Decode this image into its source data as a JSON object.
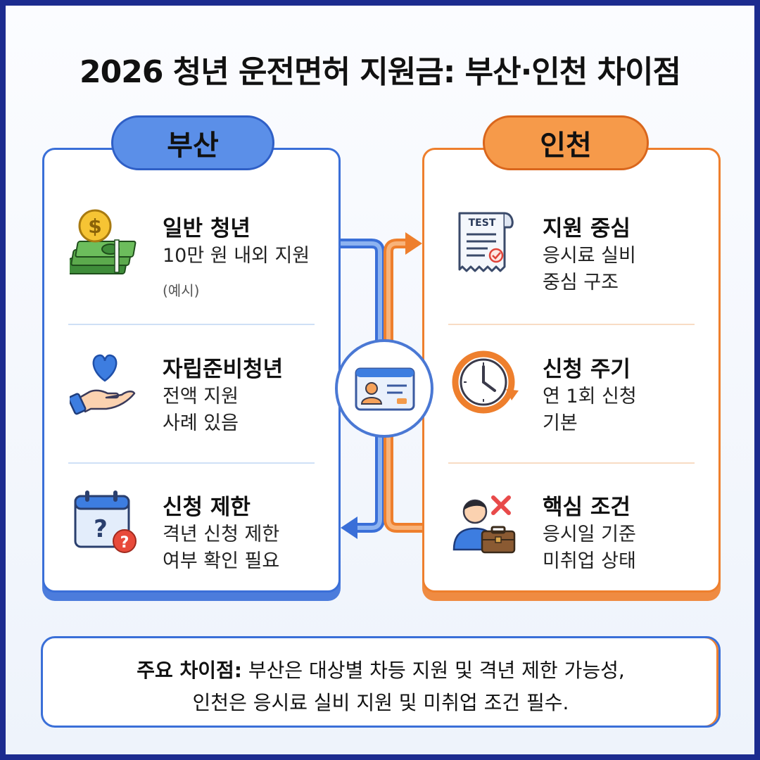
{
  "title": "2026 청년 운전면허 지원금: 부산·인천 차이점",
  "colors": {
    "busan": "#3a6fd8",
    "incheon": "#ee7f2d"
  },
  "busan": {
    "label": "부산",
    "items": [
      {
        "icon": "money-stack-icon",
        "heading": "일반 청년",
        "body": "10만 원 내외 지원",
        "note": "(예시)"
      },
      {
        "icon": "hand-heart-icon",
        "heading": "자립준비청년",
        "body": "전액 지원\n사례 있음"
      },
      {
        "icon": "calendar-question-icon",
        "heading": "신청 제한",
        "body": "격년 신청 제한\n여부 확인 필요"
      }
    ]
  },
  "incheon": {
    "label": "인천",
    "items": [
      {
        "icon": "test-receipt-icon",
        "heading": "지원 중심",
        "body": "응시료 실비\n중심 구조",
        "icon_text": "TEST"
      },
      {
        "icon": "clock-cycle-icon",
        "heading": "신청 주기",
        "body": "연 1회 신청\n기본"
      },
      {
        "icon": "person-briefcase-x-icon",
        "heading": "핵심 조건",
        "body": "응시일 기준\n미취업 상태"
      }
    ]
  },
  "center_icon": "id-card-icon",
  "summary": {
    "label": "주요 차이점:",
    "line1": " 부산은 대상별 차등 지원 및 격년 제한 가능성,",
    "line2": "인천은 응시료 실비 지원 및 미취업 조건 필수."
  }
}
